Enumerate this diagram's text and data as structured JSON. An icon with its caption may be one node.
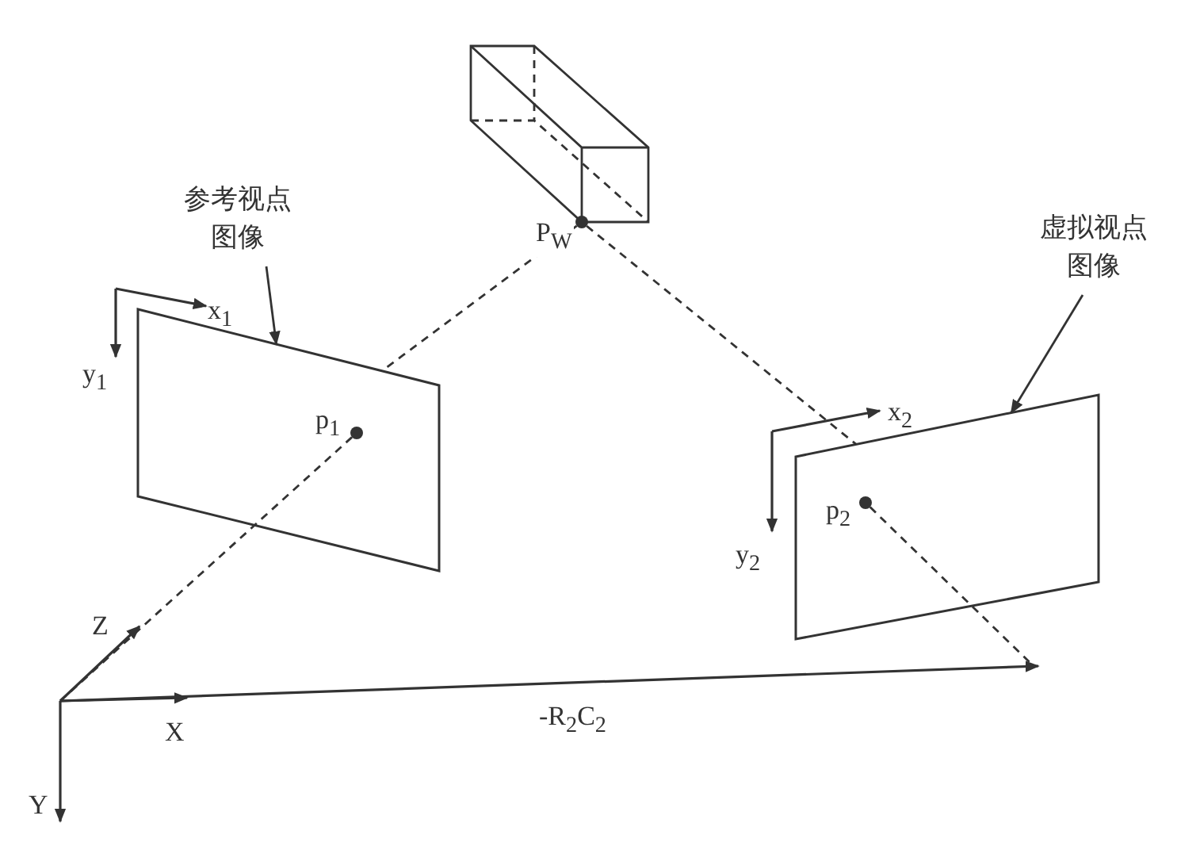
{
  "diagram": {
    "nodes": [
      {
        "text": [
          "参考视点图像"
        ]
      },
      {
        "text": [],
        "shape": "box"
      },
      {
        "text": [
          "虚拟视点图像"
        ]
      },
      {
        "text": [],
        "shape": "box"
      },
      {
        "text": [],
        "shape": "box"
      },
      {
        "text": [],
        "shape": "circle",
        "beside": [
          "P$_{W}$"
        ]
      },
      {
        "text": [],
        "shape": "circle",
        "beside": [
          "p$_{1}$"
        ],
        "in": 1
      },
      {
        "text": [],
        "shape": "circle",
        "beside": [
          "p$_{2}$"
        ],
        "in": 3
      }
    ],
    "edges": [
      {
        "from": 0,
        "to": 1,
        "arrow": "to"
      },
      {
        "from": 2,
        "to": 3,
        "arrow": "to"
      },
      {
        "from": 5,
        "to": 1,
        "arrow": "none",
        "style": "dashed"
      },
      {
        "from": 5,
        "to": 3,
        "arrow": "none",
        "style": "dashed"
      },
      {
        "from": 6,
        "to": null,
        "arrow": "none",
        "style": "dashed"
      },
      {
        "from": 7,
        "to": null,
        "arrow": "none",
        "style": "dashed"
      }
    ],
    "labels": [
      "x$_{1}$",
      "y$_{1}$",
      "x$_{2}$",
      "y$_{2}$",
      "Z",
      "-R$_{2}$C$_{2}$",
      "X",
      "Y"
    ]
  }
}
